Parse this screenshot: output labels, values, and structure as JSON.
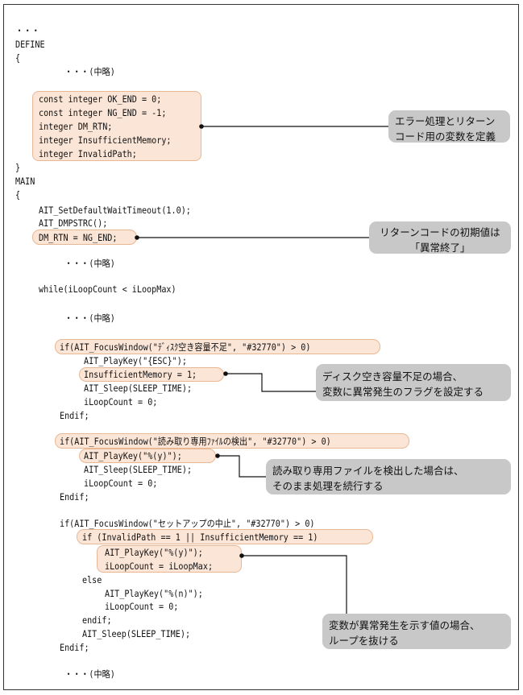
{
  "code_lines": [
    "・・・",
    "DEFINE",
    "{",
    "・・・(中略)",
    "const integer OK_END = 0;",
    "const integer NG_END = -1;",
    "integer DM_RTN;",
    "integer InsufficientMemory;",
    "integer InvalidPath;",
    "}",
    "MAIN",
    "{",
    "AIT_SetDefaultWaitTimeout(1.0);",
    "AIT_DMPSTRC();",
    "DM_RTN = NG_END;",
    "・・・(中略)",
    "while(iLoopCount < iLoopMax)",
    "・・・(中略)",
    "if(AIT_FocusWindow(\"ﾃﾞｨｽｸ空き容量不足\", \"#32770\") > 0)",
    "AIT_PlayKey(\"{ESC}\");",
    "InsufficientMemory = 1;",
    "AIT_Sleep(SLEEP_TIME);",
    "iLoopCount = 0;",
    "Endif;",
    "if(AIT_FocusWindow(\"読み取り専用ﾌｧｲﾙの検出\", \"#32770\") > 0)",
    "AIT_PlayKey(\"%(y)\");",
    "AIT_Sleep(SLEEP_TIME);",
    "iLoopCount = 0;",
    "Endif;",
    "if(AIT_FocusWindow(\"セットアップの中止\", \"#32770\") > 0)",
    "if (InvalidPath == 1 || InsufficientMemory == 1)",
    "AIT_PlayKey(\"%(y)\");",
    "iLoopCount = iLoopMax;",
    "else",
    "AIT_PlayKey(\"%(n)\");",
    "iLoopCount = 0;",
    "endif;",
    "AIT_Sleep(SLEEP_TIME);",
    "Endif;",
    "・・・(中略)"
  ],
  "callouts": [
    {
      "line1": "エラー処理とリターン",
      "line2": "コード用の変数を定義"
    },
    {
      "line1": "リターンコードの初期値は",
      "line2": "「異常終了」"
    },
    {
      "line1": "ディスク空き容量不足の場合、",
      "line2": "変数に異常発生のフラグを設定する"
    },
    {
      "line1": "読み取り専用ファイルを検出した場合は、",
      "line2": "そのまま処理を続行する"
    },
    {
      "line1": "変数が異常発生を示す値の場合、",
      "line2": "ループを抜ける"
    }
  ],
  "colors": {
    "highlight_fill": "#fbe5d6",
    "highlight_border": "#e8b894",
    "callout_fill": "#c8c8c8"
  }
}
